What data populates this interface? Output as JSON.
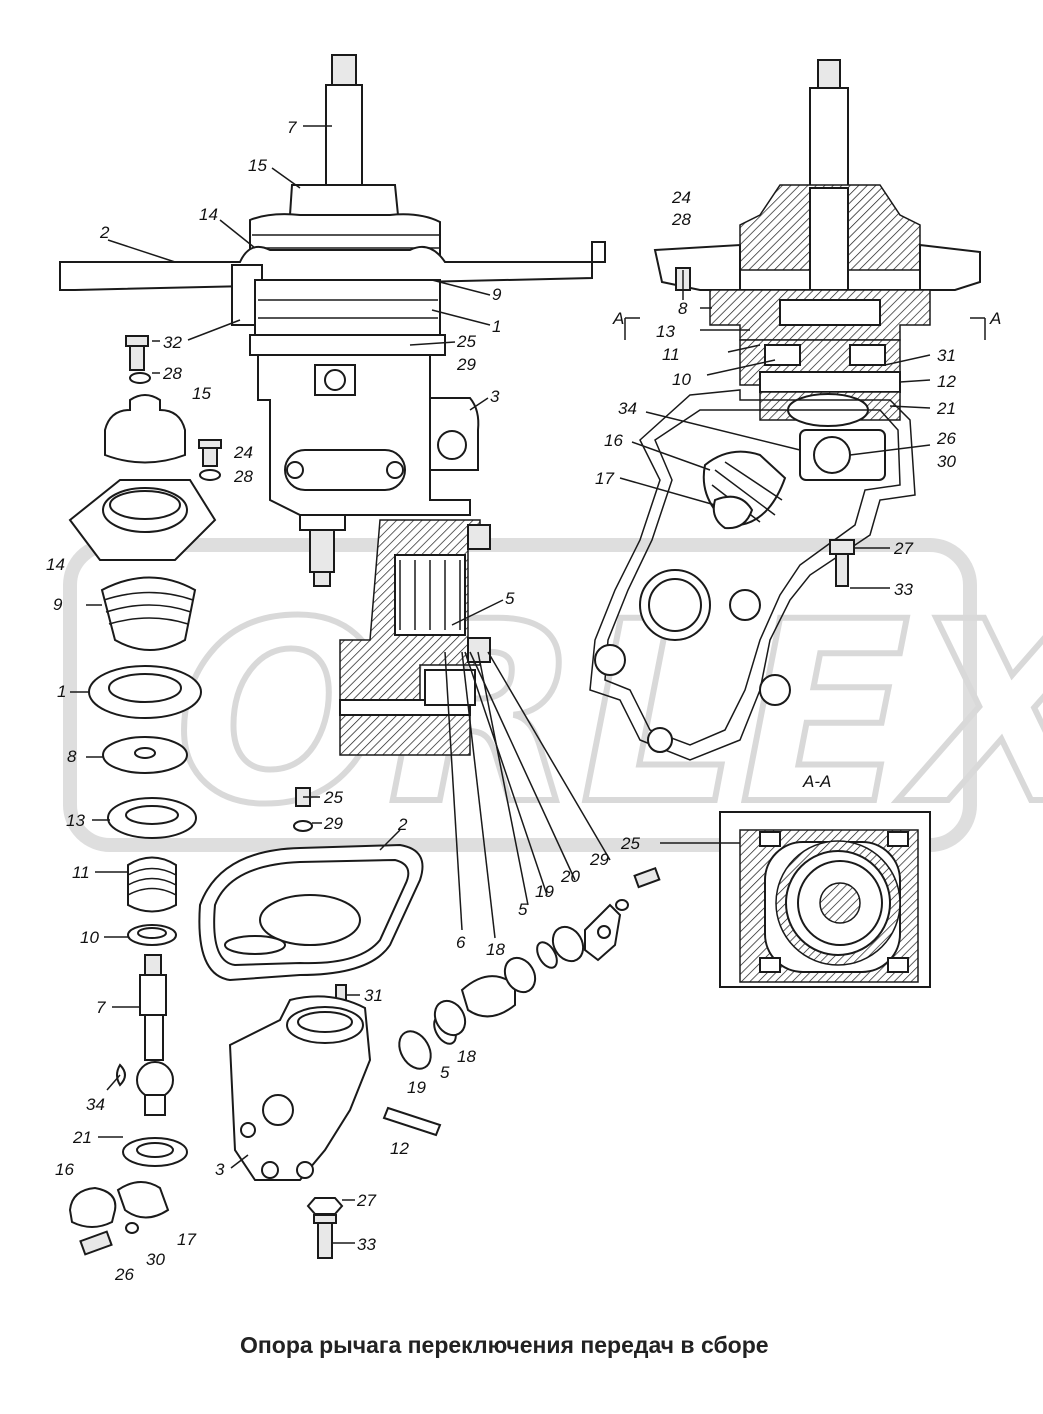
{
  "caption": "Опора рычага переключения передач в сборе",
  "section_label": "A-A",
  "section_marker": "A",
  "watermark": "ORLEX",
  "callouts": [
    {
      "id": "c7a",
      "text": "7"
    },
    {
      "id": "c15a",
      "text": "15"
    },
    {
      "id": "c2a",
      "text": "2"
    },
    {
      "id": "c14a",
      "text": "14"
    },
    {
      "id": "c9a",
      "text": "9"
    },
    {
      "id": "c1a",
      "text": "1"
    },
    {
      "id": "c25a",
      "text": "25"
    },
    {
      "id": "c29a",
      "text": "29"
    },
    {
      "id": "c3a",
      "text": "3"
    },
    {
      "id": "c32",
      "text": "32"
    },
    {
      "id": "c28a",
      "text": "28"
    },
    {
      "id": "c15b",
      "text": "15"
    },
    {
      "id": "c24a",
      "text": "24"
    },
    {
      "id": "c28b",
      "text": "28"
    },
    {
      "id": "c14b",
      "text": "14"
    },
    {
      "id": "c9b",
      "text": "9"
    },
    {
      "id": "c1b",
      "text": "1"
    },
    {
      "id": "c8b",
      "text": "8"
    },
    {
      "id": "c13b",
      "text": "13"
    },
    {
      "id": "c11b",
      "text": "11"
    },
    {
      "id": "c10b",
      "text": "10"
    },
    {
      "id": "c7b",
      "text": "7"
    },
    {
      "id": "c34b",
      "text": "34"
    },
    {
      "id": "c21b",
      "text": "21"
    },
    {
      "id": "c16b",
      "text": "16"
    },
    {
      "id": "c26b",
      "text": "26"
    },
    {
      "id": "c30b",
      "text": "30"
    },
    {
      "id": "c17b",
      "text": "17"
    },
    {
      "id": "c5a",
      "text": "5"
    },
    {
      "id": "c25b",
      "text": "25"
    },
    {
      "id": "c29b",
      "text": "29"
    },
    {
      "id": "c2b",
      "text": "2"
    },
    {
      "id": "c6",
      "text": "6"
    },
    {
      "id": "c18a",
      "text": "18"
    },
    {
      "id": "c5b",
      "text": "5"
    },
    {
      "id": "c19a",
      "text": "19"
    },
    {
      "id": "c20",
      "text": "20"
    },
    {
      "id": "c29c",
      "text": "29"
    },
    {
      "id": "c25c",
      "text": "25"
    },
    {
      "id": "c31a",
      "text": "31"
    },
    {
      "id": "c18b",
      "text": "18"
    },
    {
      "id": "c5c",
      "text": "5"
    },
    {
      "id": "c19b",
      "text": "19"
    },
    {
      "id": "c12a",
      "text": "12"
    },
    {
      "id": "c3b",
      "text": "3"
    },
    {
      "id": "c27a",
      "text": "27"
    },
    {
      "id": "c33a",
      "text": "33"
    },
    {
      "id": "c24c",
      "text": "24"
    },
    {
      "id": "c28c",
      "text": "28"
    },
    {
      "id": "c8c",
      "text": "8"
    },
    {
      "id": "c13c",
      "text": "13"
    },
    {
      "id": "c11c",
      "text": "11"
    },
    {
      "id": "c10c",
      "text": "10"
    },
    {
      "id": "c31b",
      "text": "31"
    },
    {
      "id": "c12b",
      "text": "12"
    },
    {
      "id": "c21c",
      "text": "21"
    },
    {
      "id": "c34c",
      "text": "34"
    },
    {
      "id": "c16c",
      "text": "16"
    },
    {
      "id": "c26c",
      "text": "26"
    },
    {
      "id": "c30c",
      "text": "30"
    },
    {
      "id": "c17c",
      "text": "17"
    },
    {
      "id": "c27b",
      "text": "27"
    },
    {
      "id": "c33b",
      "text": "33"
    },
    {
      "id": "c25d",
      "text": "25"
    }
  ]
}
